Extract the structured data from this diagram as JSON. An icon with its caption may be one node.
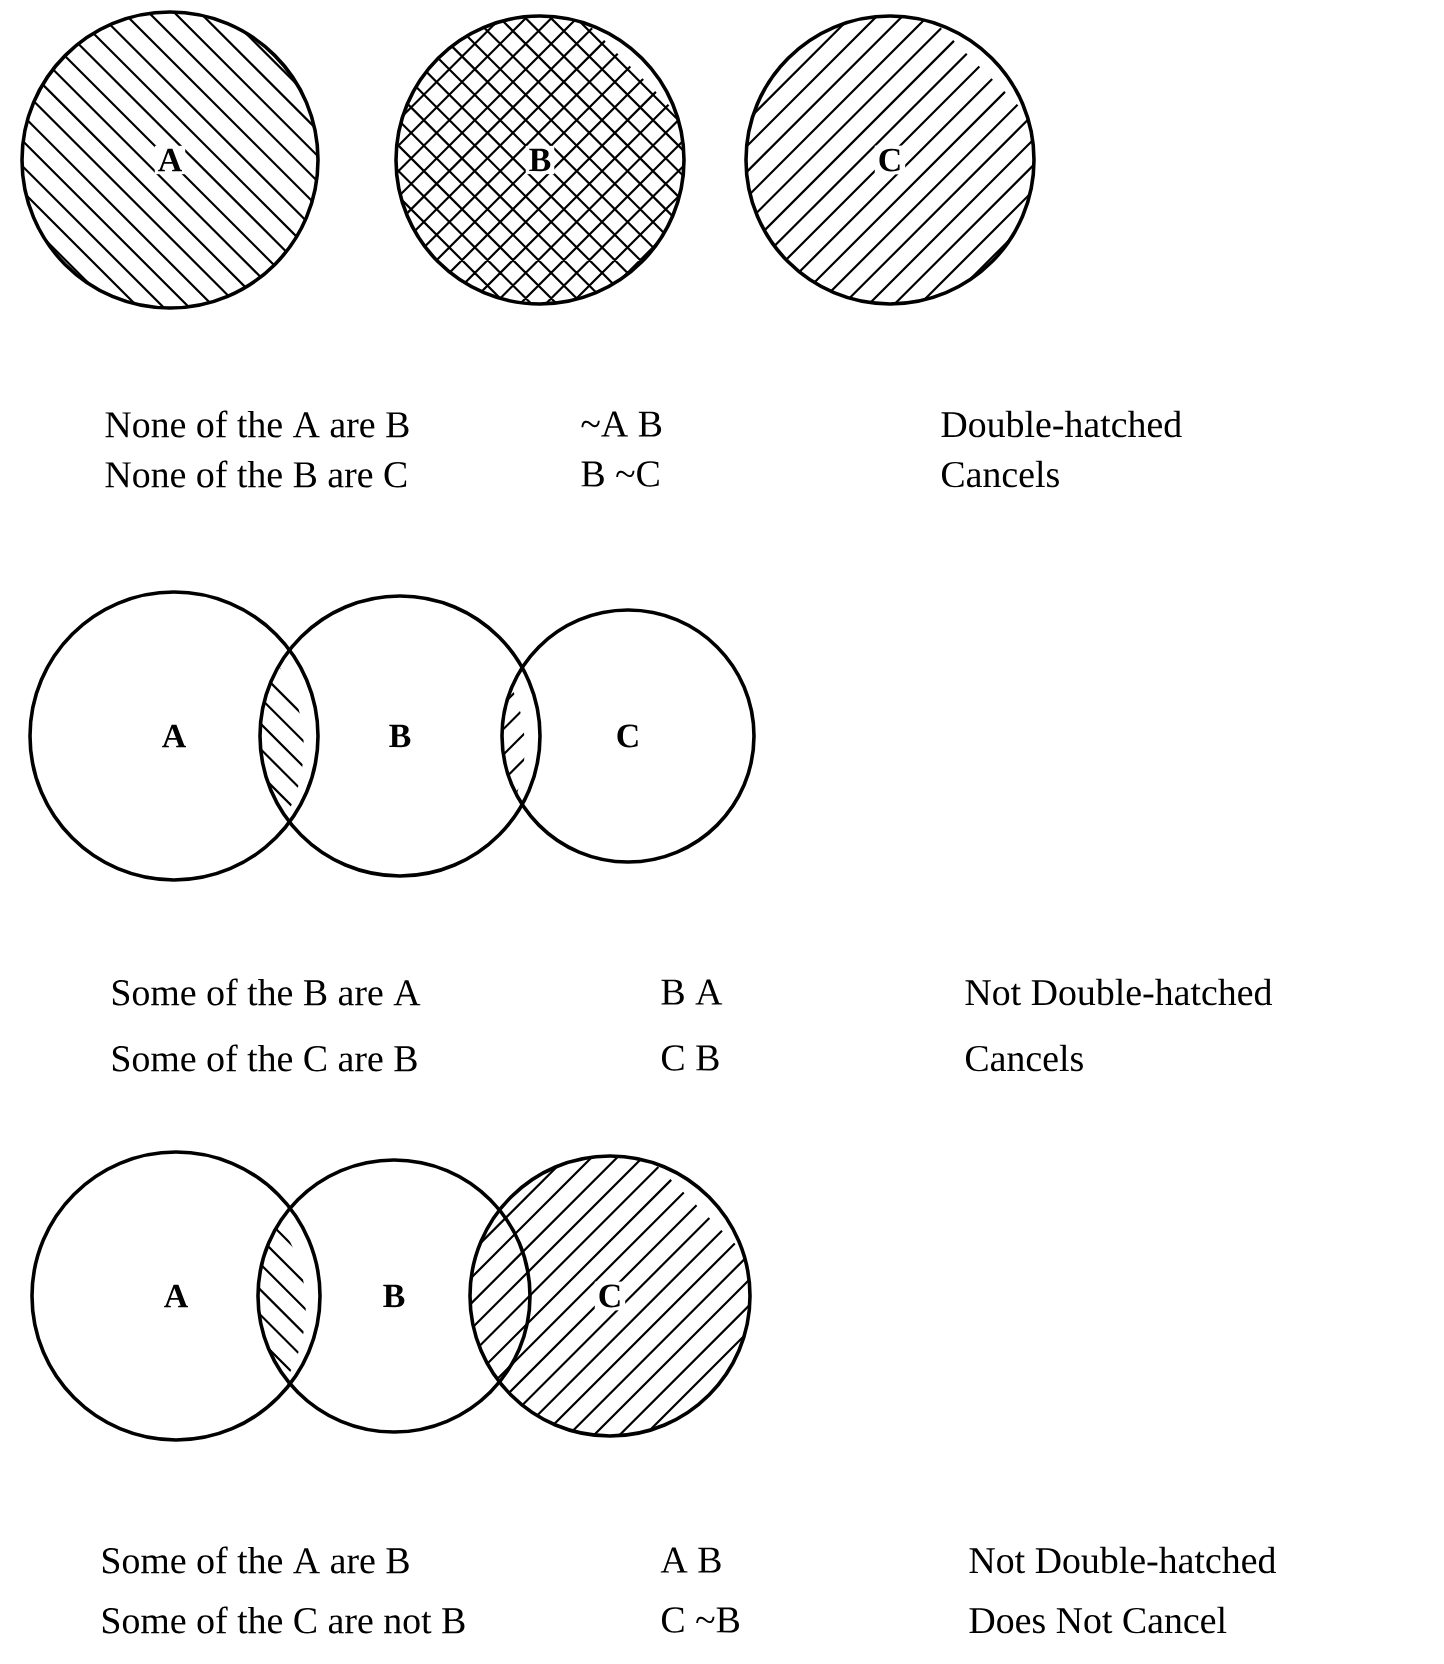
{
  "diagram": {
    "nodes": [
      {
        "text": [
          "A"
        ]
      },
      {
        "text": [
          "B"
        ]
      },
      {
        "text": [
          "C"
        ]
      },
      {
        "text": [
          "A"
        ]
      },
      {
        "text": [
          "B"
        ]
      },
      {
        "text": [
          "C"
        ]
      },
      {
        "text": [
          "A"
        ]
      },
      {
        "text": [
          "B"
        ]
      },
      {
        "text": [
          "C"
        ]
      }
    ],
    "edges": [],
    "labels": [
      "None of the A are B",
      "~A  B",
      "Double-hatched",
      "None of the B are C",
      "B ~C",
      "Cancels",
      "Some of the B are A",
      "B  A",
      "Not Double-hatched",
      "Some of the C are B",
      "C  B",
      "Cancels",
      "Some of the A are B",
      "A  B",
      "Not Double-hatched",
      "Some of the C are not B",
      "C ~B",
      "Does Not Cancel"
    ]
  }
}
